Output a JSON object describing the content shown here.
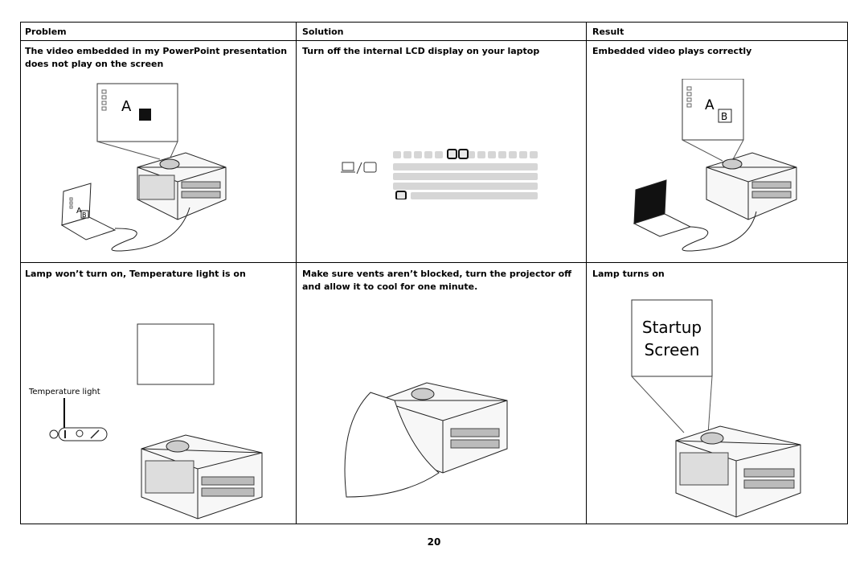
{
  "table": {
    "headers": [
      "Problem",
      "Solution",
      "Result"
    ],
    "rows": [
      {
        "problem": "The video embedded in my PowerPoint presentation does not play on the screen",
        "solution": "Turn off the internal LCD display on your laptop",
        "result": "Embedded video plays correctly"
      },
      {
        "problem": "Lamp won’t turn on, Temperature light is on",
        "solution": "Make sure vents aren’t blocked, turn the projector off and allow it to cool for one minute.",
        "result": "Lamp turns on"
      }
    ]
  },
  "figures": {
    "screen_letter_a": "A",
    "screen_letter_b": "B",
    "temperature_label": "Temperature light",
    "startup_line1": "Startup",
    "startup_line2": "Screen"
  },
  "page_number": "20"
}
